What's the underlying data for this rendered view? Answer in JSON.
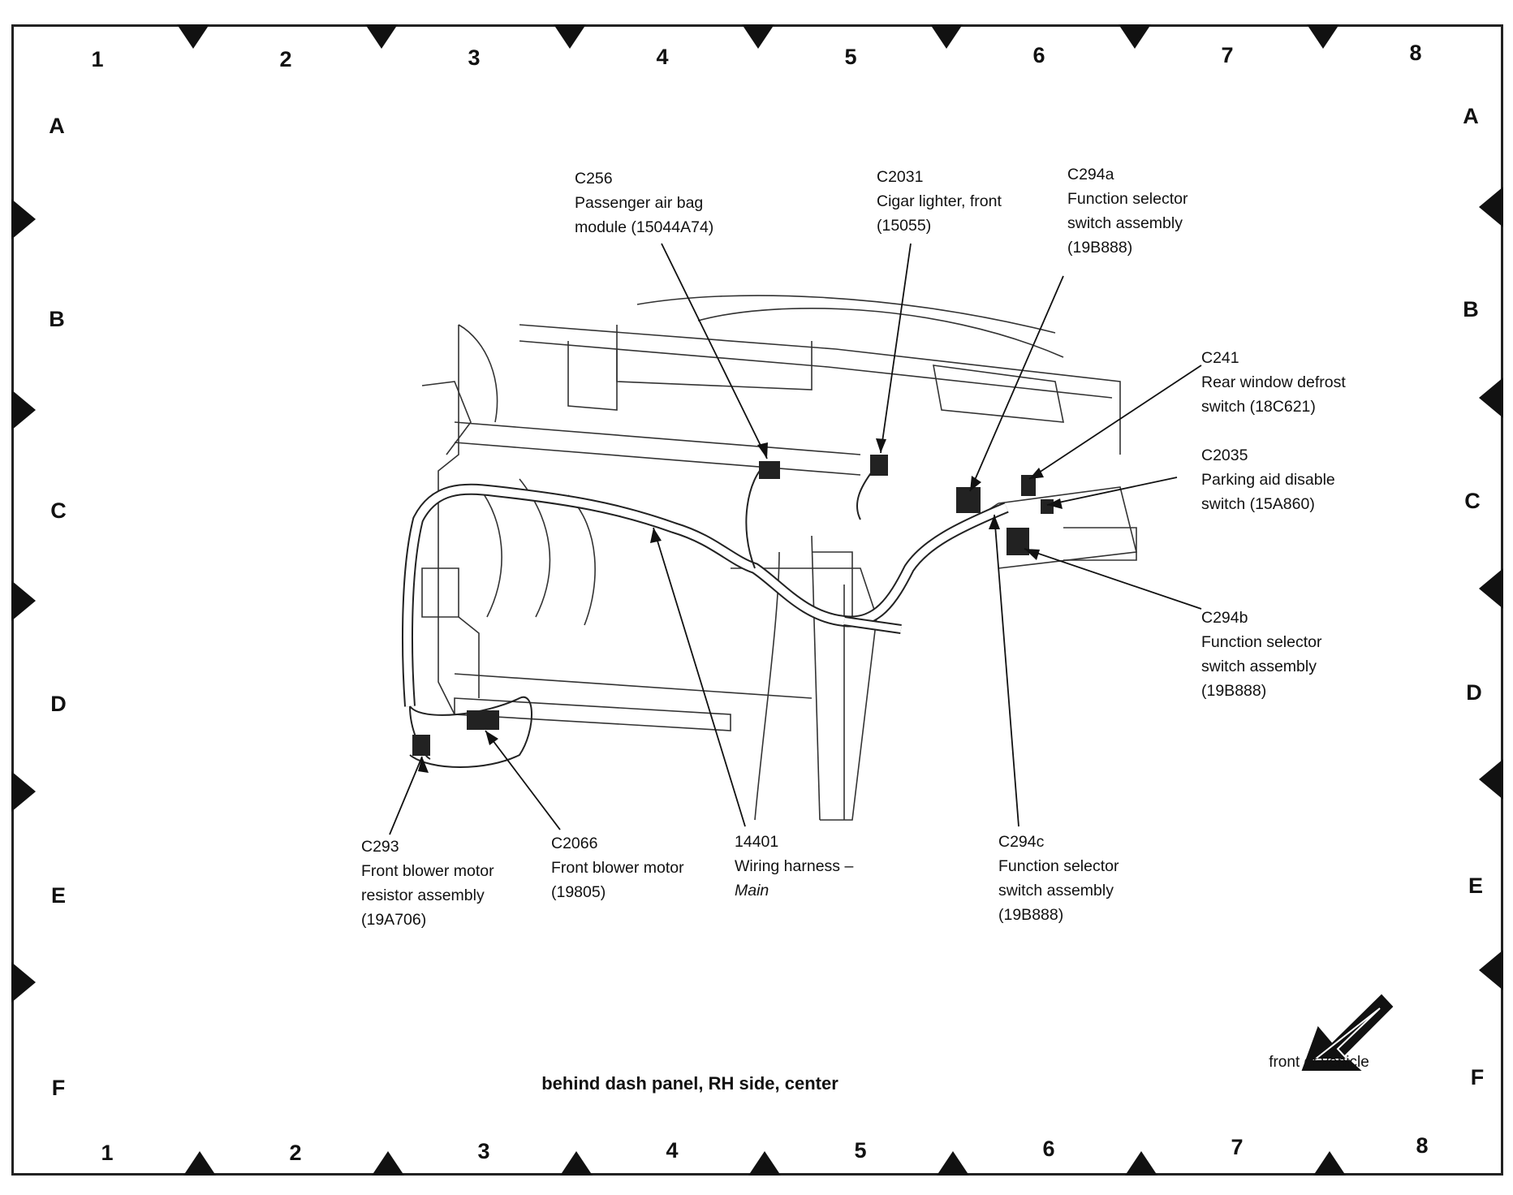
{
  "grid": {
    "top_numbers": [
      "1",
      "2",
      "3",
      "4",
      "5",
      "6",
      "7",
      "8"
    ],
    "bottom_numbers": [
      "1",
      "2",
      "3",
      "4",
      "5",
      "6",
      "7",
      "8"
    ],
    "left_letters": [
      "A",
      "B",
      "C",
      "D",
      "E",
      "F"
    ],
    "right_letters": [
      "A",
      "B",
      "C",
      "D",
      "E",
      "F"
    ]
  },
  "callouts": {
    "c256": {
      "code": "C256",
      "line1": "Passenger air bag",
      "line2": "module (15044A74)"
    },
    "c2031": {
      "code": "C2031",
      "line1": "Cigar lighter, front",
      "line2": "(15055)"
    },
    "c294a": {
      "code": "C294a",
      "line1": "Function selector",
      "line2": "switch assembly",
      "line3": "(19B888)"
    },
    "c241": {
      "code": "C241",
      "line1": "Rear window defrost",
      "line2": "switch (18C621)"
    },
    "c2035": {
      "code": "C2035",
      "line1": "Parking aid disable",
      "line2": "switch (15A860)"
    },
    "c294b": {
      "code": "C294b",
      "line1": "Function selector",
      "line2": "switch assembly",
      "line3": "(19B888)"
    },
    "c293": {
      "code": "C293",
      "line1": "Front blower motor",
      "line2": "resistor assembly",
      "line3": "(19A706)"
    },
    "c2066": {
      "code": "C2066",
      "line1": "Front blower motor",
      "line2": "(19805)"
    },
    "h14401": {
      "code": "14401",
      "line1": "Wiring harness –",
      "line2": "Main"
    },
    "c294c": {
      "code": "C294c",
      "line1": "Function selector",
      "line2": "switch assembly",
      "line3": "(19B888)"
    }
  },
  "caption": "behind dash panel, RH side, center",
  "orientation": {
    "label": "front of vehicle",
    "icon": "front-arrow-icon"
  }
}
